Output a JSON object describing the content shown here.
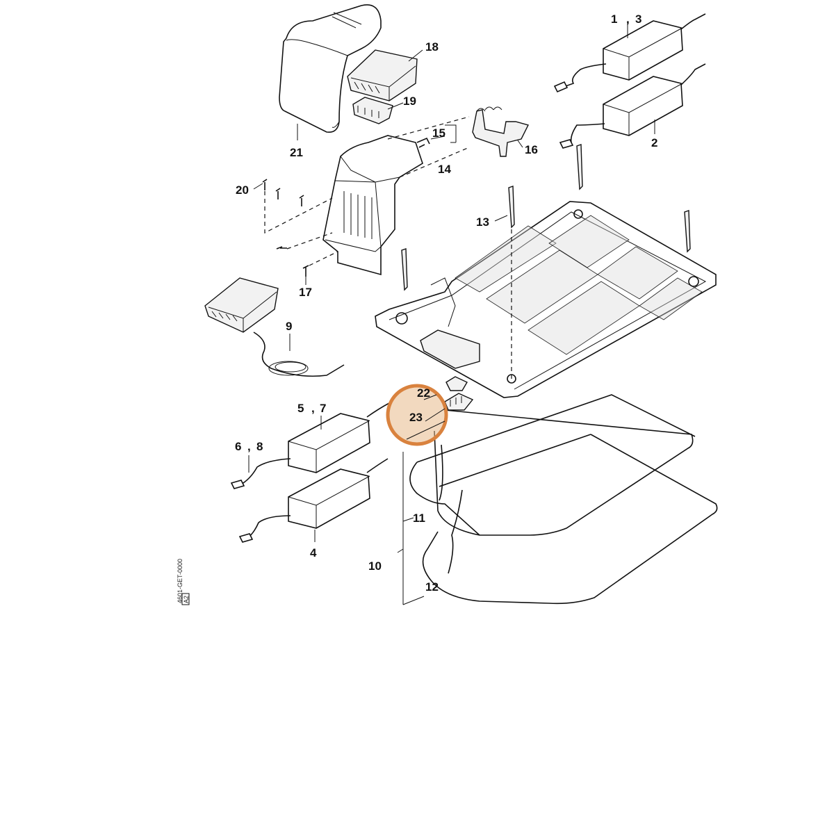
{
  "diagram": {
    "part_labels": {
      "p1_3_a": "1",
      "p1_3_sep": ",",
      "p1_3_b": "3",
      "p2": "2",
      "p4": "4",
      "p5_7_a": "5",
      "p5_7_sep": ",",
      "p5_7_b": "7",
      "p6_8_a": "6",
      "p6_8_sep": ",",
      "p6_8_b": "8",
      "p9": "9",
      "p10": "10",
      "p11": "11",
      "p12": "12",
      "p13": "13",
      "p14": "14",
      "p15": "15",
      "p16": "16",
      "p17": "17",
      "p18": "18",
      "p19": "19",
      "p20": "20",
      "p21": "21",
      "p22": "22",
      "p23": "23"
    },
    "drawing_code": "4601-GET-0000",
    "drawing_code_suffix": "A2",
    "highlighted_part": "23",
    "colors": {
      "highlight_fill": "#e8b98a",
      "highlight_stroke": "#d9823e",
      "line": "#111111"
    }
  }
}
